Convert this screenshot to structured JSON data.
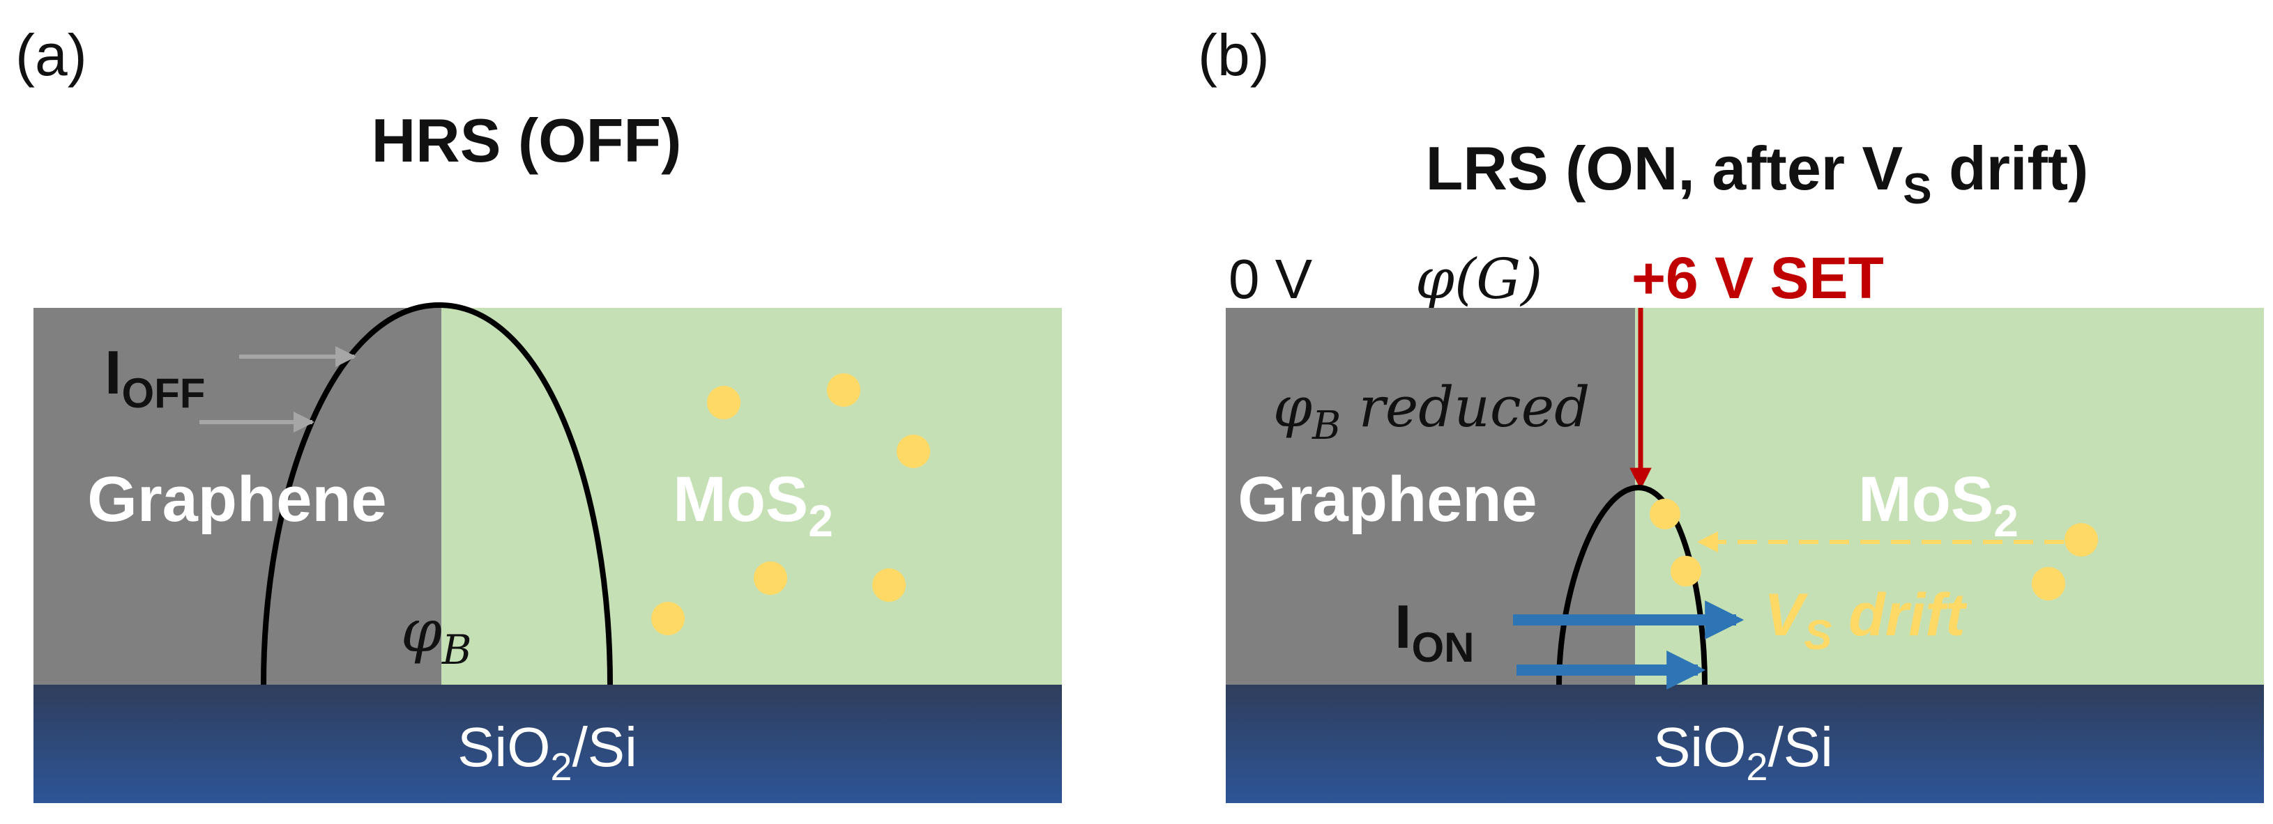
{
  "panel_a": {
    "letter": "(a)",
    "title": "HRS (OFF)",
    "current_main": "I",
    "current_sub": "OFF",
    "left_material": "Graphene",
    "right_material_main": "MoS",
    "right_material_sub": "2",
    "barrier_symbol": "φ",
    "barrier_sub": "B",
    "substrate_pre": "SiO",
    "substrate_sub": "2",
    "substrate_post": "/Si"
  },
  "panel_b": {
    "letter": "(b)",
    "title_pre": "LRS (ON, after V",
    "title_sub": "S",
    "title_post": " drift)",
    "left_bias": "0 V",
    "phi_g": "φ(G)",
    "set_label": "+6 V SET",
    "barrier_symbol": "φ",
    "barrier_sub": "B",
    "barrier_note": " reduced",
    "left_material": "Graphene",
    "right_material_main": "MoS",
    "right_material_sub": "2",
    "current_main": "I",
    "current_sub": "ON",
    "drift_main": "V",
    "drift_sub": "S",
    "drift_post": " drift",
    "substrate_pre": "SiO",
    "substrate_sub": "2",
    "substrate_post": "/Si"
  },
  "colors": {
    "graphene": "#808080",
    "mos2": "#c5e0b4",
    "substrate_top": "#2f3e5c",
    "substrate_bottom": "#2e5597",
    "vacancy": "#ffd966",
    "set_arrow": "#c00000",
    "on_current": "#2e75b6",
    "off_arrow": "#a6a6a6"
  }
}
